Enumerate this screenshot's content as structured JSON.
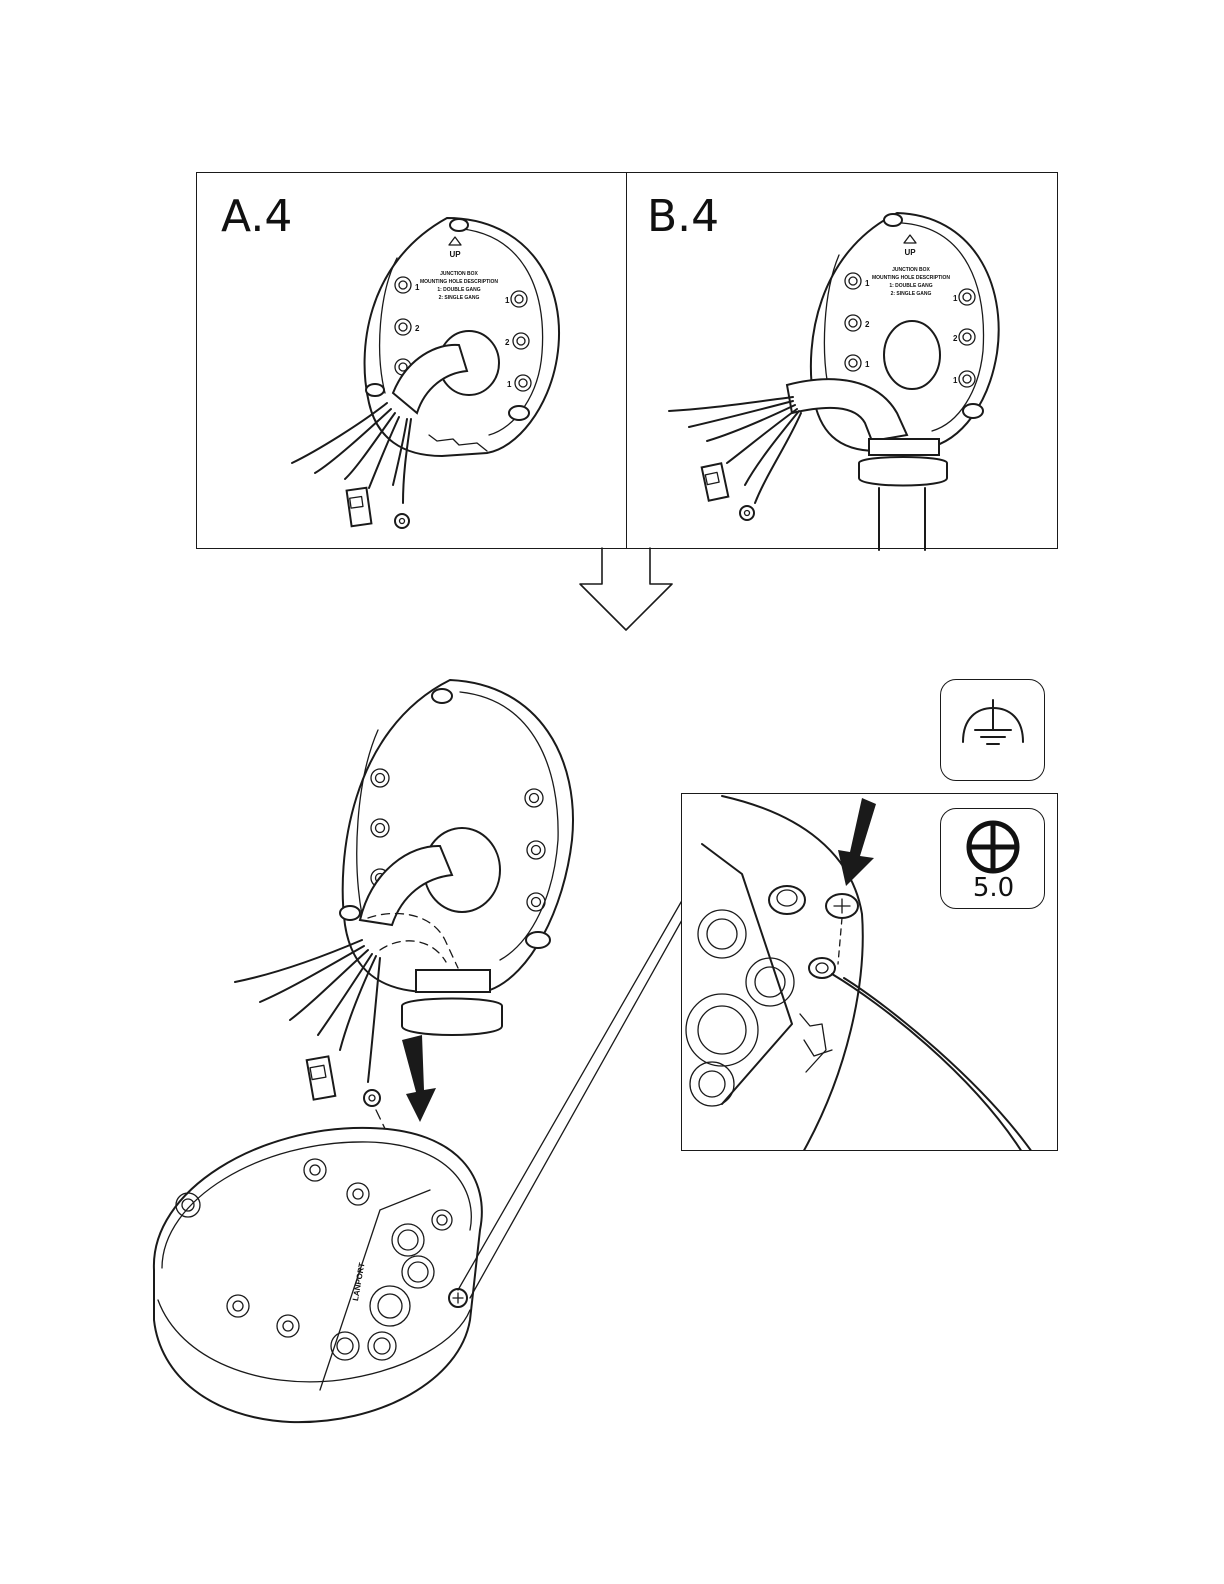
{
  "steps": {
    "a": {
      "label": "A.4"
    },
    "b": {
      "label": "B.4"
    }
  },
  "plate": {
    "up": "UP",
    "title": "JUNCTION BOX",
    "line2": "MOUNTING HOLE DESCRIPTION",
    "line3": "1: DOUBLE GANG",
    "line4": "2: SINGLE GANG",
    "hole1": "1",
    "hole2": "2"
  },
  "box": {
    "port_label": "LANPORT"
  },
  "icons": {
    "ground": "ground-symbol-icon",
    "screwdriver": "phillips-screwdriver-icon",
    "torque": "5.0"
  }
}
